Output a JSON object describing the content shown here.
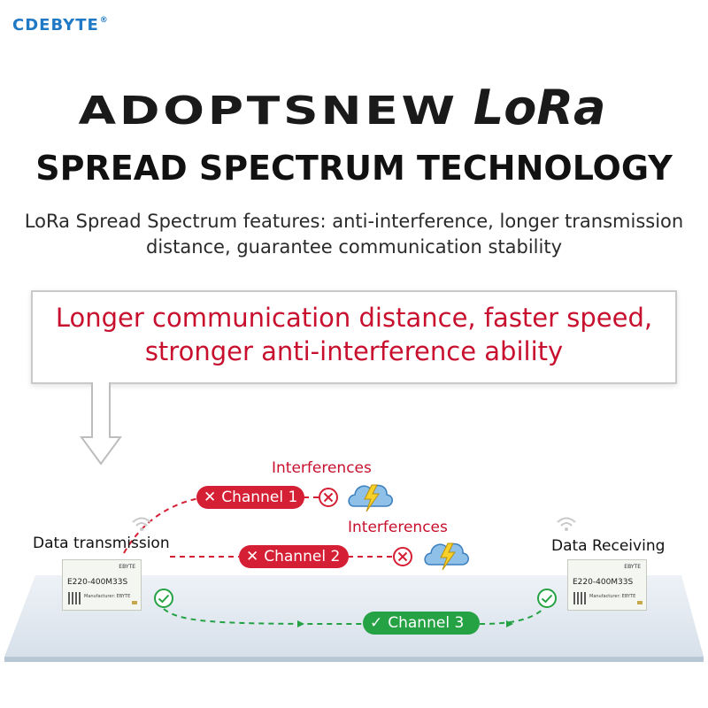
{
  "brand": {
    "name": "CDEBYTE",
    "registered": "®"
  },
  "headline": {
    "word1": "ADOPTS",
    "word2": "NEW",
    "word3": "LoRa",
    "line2": "SPREAD SPECTRUM TECHNOLOGY"
  },
  "subtitle": {
    "line1": "LoRa Spread Spectrum features: anti-interference, longer transmission",
    "line2": "distance, guarantee communication stability"
  },
  "callout": {
    "line1": "Longer communication distance, faster speed,",
    "line2": "stronger anti-interference ability"
  },
  "diagram": {
    "sender_label": "Data transmission",
    "receiver_label": "Data Receiving",
    "interference_label_1": "Interferences",
    "interference_label_2": "Interferences",
    "channels": [
      {
        "label": "Channel 1",
        "status": "blocked"
      },
      {
        "label": "Channel 2",
        "status": "blocked"
      },
      {
        "label": "Channel 3",
        "status": "ok"
      }
    ],
    "module": {
      "model": "E220-400M33S",
      "brand": "EBYTE",
      "manufacturer": "Manufacturer: EBYTE"
    }
  },
  "colors": {
    "brand_blue": "#1f79c4",
    "accent_red": "#c8102e",
    "ok_green": "#25a244"
  },
  "icons": {
    "blocked": "circle-x-icon",
    "ok": "circle-check-icon",
    "interference": "storm-cloud-icon",
    "signal": "wifi-icon"
  }
}
